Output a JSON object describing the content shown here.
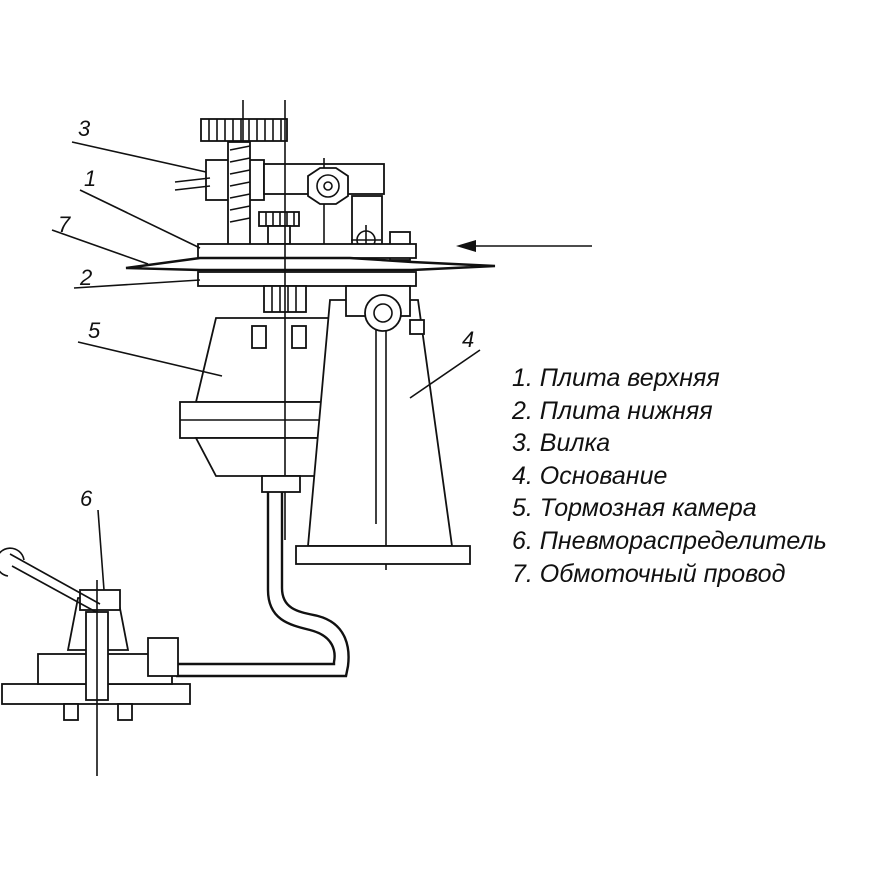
{
  "callouts": [
    "1",
    "2",
    "3",
    "4",
    "5",
    "6",
    "7"
  ],
  "legend": [
    "1. Плита верхняя",
    "2. Плита нижняя",
    "3. Вилка",
    "4. Основание",
    "5. Тормозная камера",
    "6. Пневмораспределитель",
    "7. Обмоточный провод"
  ]
}
